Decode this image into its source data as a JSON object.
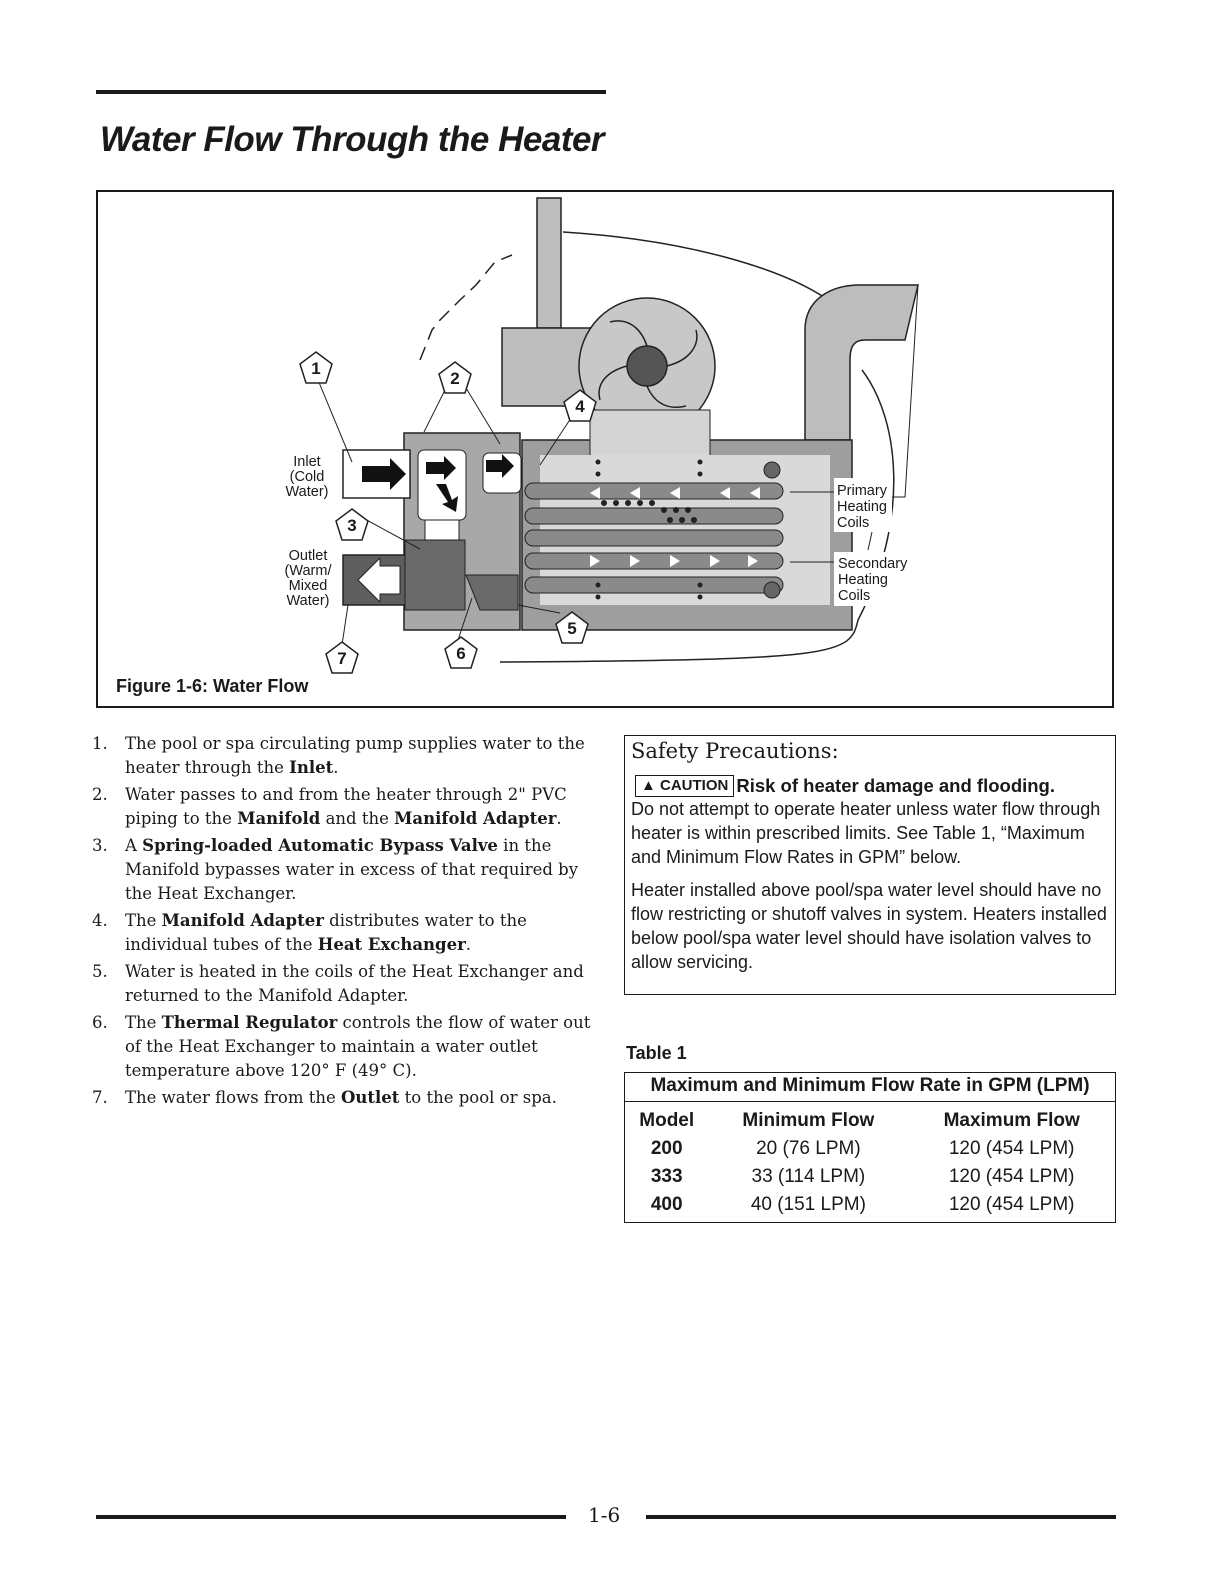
{
  "title": "Water Flow Through the Heater",
  "figure": {
    "caption": "Figure 1-6:  Water Flow",
    "labels": {
      "inlet": [
        "Inlet",
        "(Cold",
        "Water)"
      ],
      "outlet": [
        "Outlet",
        "(Warm/",
        "Mixed",
        "Water)"
      ],
      "primary": [
        "Primary",
        "Heating",
        "Coils"
      ],
      "secondary": [
        "Secondary",
        "Heating",
        "Coils"
      ]
    },
    "callouts": [
      "1",
      "2",
      "3",
      "4",
      "5",
      "6",
      "7"
    ]
  },
  "steps": [
    {
      "num": "1.",
      "parts": [
        [
          "The pool or spa circulating pump supplies water to the heater through the ",
          false
        ],
        [
          "Inlet",
          true
        ],
        [
          ".",
          false
        ]
      ]
    },
    {
      "num": "2.",
      "parts": [
        [
          "Water passes to and from the heater through 2\" PVC piping to the ",
          false
        ],
        [
          "Manifold",
          true
        ],
        [
          " and the ",
          false
        ],
        [
          "Manifold Adapter",
          true
        ],
        [
          ".",
          false
        ]
      ]
    },
    {
      "num": "3.",
      "parts": [
        [
          "A ",
          false
        ],
        [
          "Spring-loaded Automatic Bypass Valve",
          true
        ],
        [
          " in the Manifold bypasses water in excess of that required by the Heat Exchanger.",
          false
        ]
      ]
    },
    {
      "num": "4.",
      "parts": [
        [
          "The ",
          false
        ],
        [
          "Manifold Adapter",
          true
        ],
        [
          " distributes water to the individual tubes of the ",
          false
        ],
        [
          "Heat Exchanger",
          true
        ],
        [
          ".",
          false
        ]
      ]
    },
    {
      "num": "5.",
      "parts": [
        [
          "Water is heated in the coils of the Heat Exchanger and returned to the Manifold Adapter.",
          false
        ]
      ]
    },
    {
      "num": "6.",
      "parts": [
        [
          "The ",
          false
        ],
        [
          "Thermal Regulator",
          true
        ],
        [
          " controls the flow of water out of the Heat Exchanger to maintain a water outlet temperature above 120° F (49° C).",
          false
        ]
      ]
    },
    {
      "num": "7.",
      "parts": [
        [
          "The water flows from the ",
          false
        ],
        [
          "Outlet",
          true
        ],
        [
          " to the pool or spa.",
          false
        ]
      ]
    }
  ],
  "safety": {
    "title": "Safety Precautions:",
    "badge": "▲ CAUTION",
    "heading": "Risk of heater damage and flooding.",
    "p1": "Do not attempt to operate heater unless water flow through heater is within prescribed limits. See Table 1, “Maximum and Minimum Flow Rates in GPM” below.",
    "p2": "Heater installed above pool/spa water level should have no flow restricting or shutoff valves in system. Heaters installed below pool/spa water level should have isolation valves to allow servicing."
  },
  "table": {
    "label": "Table 1",
    "caption": "Maximum and Minimum Flow Rate in GPM (LPM)",
    "headers": [
      "Model",
      "Minimum Flow",
      "Maximum Flow"
    ],
    "rows": [
      [
        "200",
        "20 (76 LPM)",
        "120 (454 LPM)"
      ],
      [
        "333",
        "33 (114 LPM)",
        "120 (454 LPM)"
      ],
      [
        "400",
        "40 (151 LPM)",
        "120 (454 LPM)"
      ]
    ]
  },
  "page_number": "1-6"
}
